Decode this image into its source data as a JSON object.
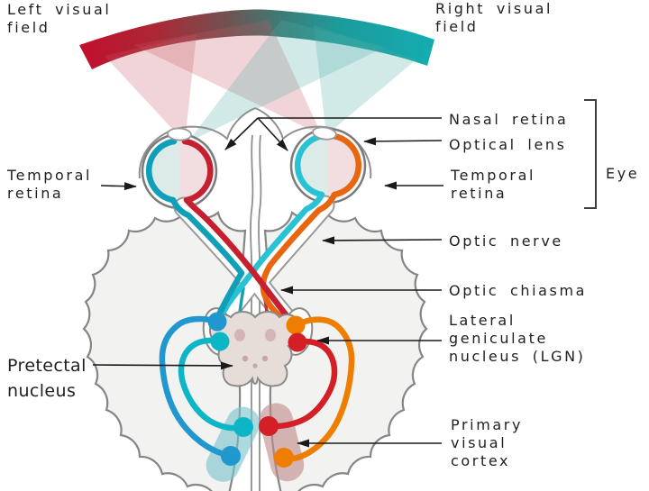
{
  "title": "Visual pathway diagram (view of brain from above with eyes, optic nerves, chiasma, LGN and visual cortex)",
  "labels": {
    "left_visual_field": {
      "lines": [
        "Left visual",
        "field"
      ]
    },
    "right_visual_field": {
      "lines": [
        "Right visual",
        "field"
      ]
    },
    "nasal_retina": "Nasal retina",
    "optical_lens": "Optical lens",
    "temporal_retina_right": {
      "lines": [
        "Temporal",
        "retina"
      ]
    },
    "eye": "Eye",
    "temporal_retina_left": {
      "lines": [
        "Temporal",
        "retina"
      ]
    },
    "optic_nerve": "Optic nerve",
    "optic_chiasma": "Optic chiasma",
    "lgn": {
      "lines": [
        "Lateral",
        "geniculate",
        "nucleus (LGN)"
      ]
    },
    "pretectal_nucleus": {
      "lines": [
        "Pretectal",
        "nucleus"
      ]
    },
    "primary_visual_cortex": {
      "lines": [
        "Primary",
        "visual",
        "cortex"
      ]
    }
  },
  "colors": {
    "left_field_red": "#c20f2e",
    "right_field_teal": "#14adb2",
    "left_eye_temporal_cyan": "#0f9fb8",
    "left_eye_nasal_red": "#c51f30",
    "right_eye_nasal_cyan": "#27c3d4",
    "right_eye_temporal_orange": "#e8660f",
    "lgn_dot_blue": "#2097cf",
    "lgn_dot_cyan": "#0cb6c6",
    "lgn_dot_orange": "#ee7d00",
    "lgn_dot_red": "#d41f26",
    "cortex_left_blob": "#79c3ca",
    "cortex_right_blob": "#c08a8a",
    "brain_fill": "#f2f2f1",
    "outline_gray": "#858585",
    "text": "#1f1f1f"
  }
}
